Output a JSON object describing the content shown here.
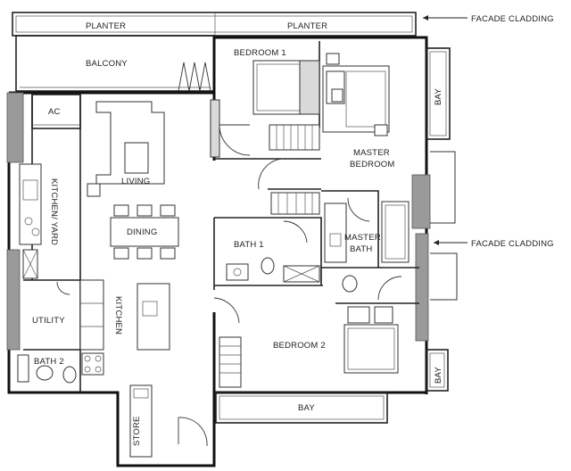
{
  "plan": {
    "labels": {
      "planter_left": "PLANTER",
      "planter_right": "PLANTER",
      "balcony": "BALCONY",
      "ac": "AC",
      "kitchen_yard": "KITCHEN/ YARD",
      "living": "LIVING",
      "dining": "DINING",
      "kitchen": "KITCHEN",
      "utility": "UTILITY",
      "bath_2": "BATH 2",
      "store": "STORE",
      "bedroom_1": "BEDROOM 1",
      "master_bedroom_line1": "MASTER",
      "master_bedroom_line2": "BEDROOM",
      "bath_1": "BATH 1",
      "master_bath_line1": "MASTER",
      "master_bath_line2": "BATH",
      "bedroom_2": "BEDROOM 2",
      "bay_top_right": "BAY",
      "bay_bottom_right": "BAY",
      "bay_bottom": "BAY",
      "facade_cladding_top": "FACADE CLADDING",
      "facade_cladding_right": "FACADE CLADDING"
    }
  }
}
